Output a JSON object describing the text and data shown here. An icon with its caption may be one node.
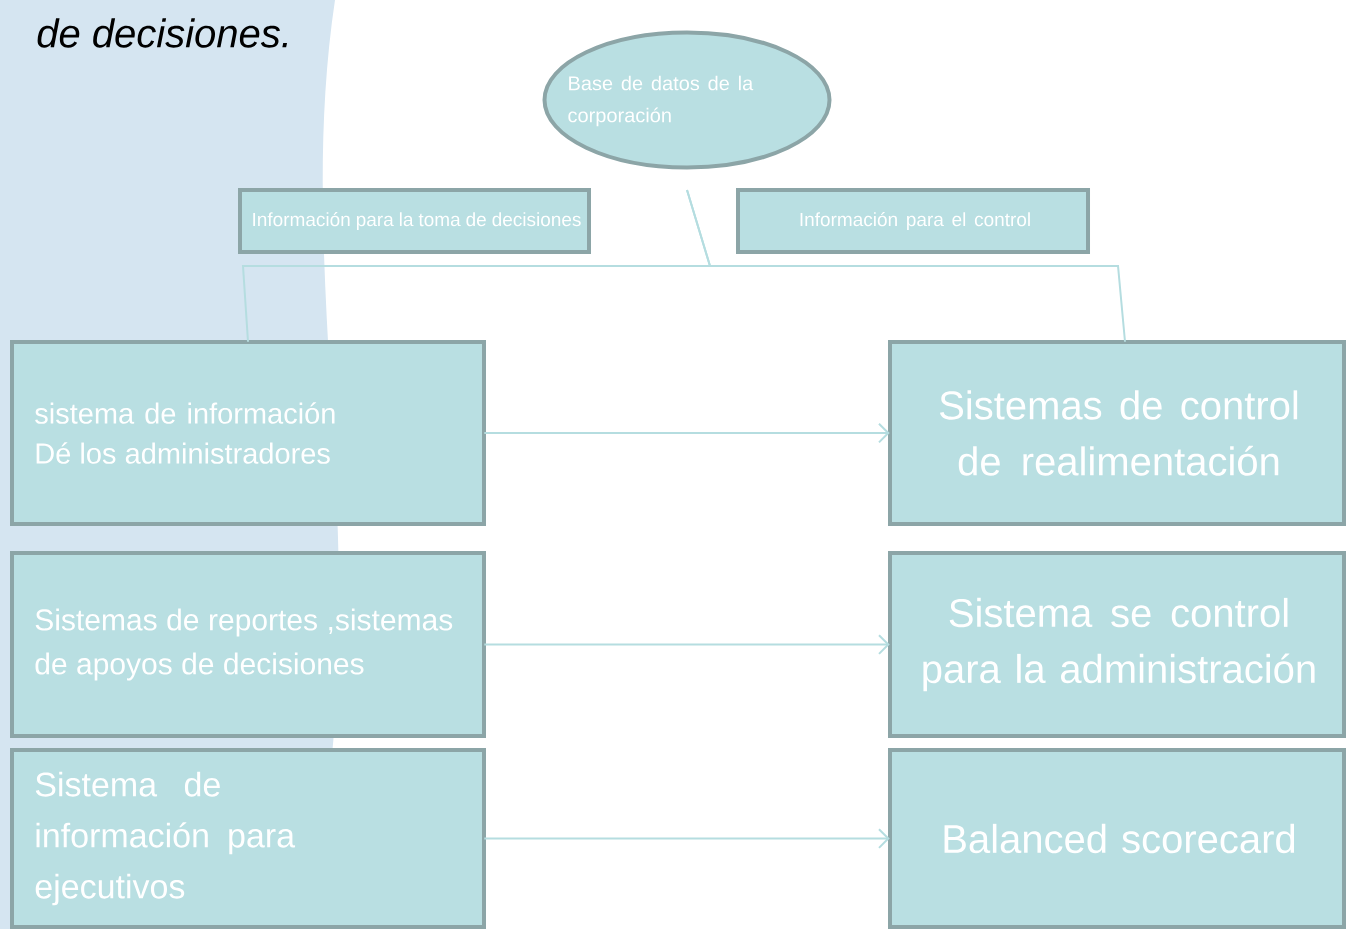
{
  "diagram": {
    "nodes": [
      {
        "text": [
          "Base de datos de la corporación"
        ]
      },
      {
        "text": [
          "Información para la toma de decisiones"
        ]
      },
      {
        "text": [
          "Información para el control"
        ]
      },
      {
        "text": [
          "sistema de información Dé los administradores"
        ]
      },
      {
        "text": [
          "Sistemas de control de realimentación"
        ]
      },
      {
        "text": [
          "Sistemas de reportes ,sistemas de apoyos de decisiones"
        ]
      },
      {
        "text": [
          "Sistema se control para la administración"
        ]
      },
      {
        "text": [
          "Sistema de información para ejecutivos"
        ]
      },
      {
        "text": [
          "Balanced scorecard"
        ]
      }
    ],
    "edges": [
      {
        "from": 0,
        "to": 3,
        "arrow": "none"
      },
      {
        "from": 0,
        "to": 4,
        "arrow": "none"
      },
      {
        "from": 3,
        "to": 4,
        "arrow": "to"
      },
      {
        "from": 5,
        "to": 6,
        "arrow": "to"
      },
      {
        "from": 7,
        "to": 8,
        "arrow": "to"
      }
    ],
    "labels": [
      "de decisiones."
    ]
  }
}
